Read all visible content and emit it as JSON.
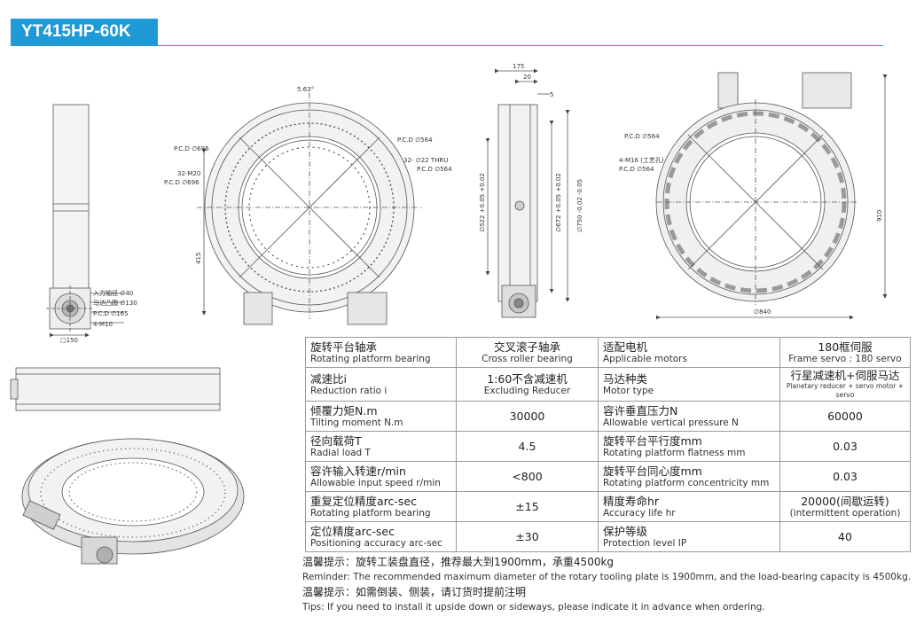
{
  "title": "YT415HP-60K",
  "drawing_labels": {
    "left_side_view": {
      "dim_415": "415",
      "input_shaft": "入力轴径 ∅40",
      "motor_boss": "马达凸圆 ∅130",
      "pcd_165": "P.C.D ∅165",
      "m10": "4-M10",
      "square_150": "□150"
    },
    "front_view": {
      "angle": "5.63°",
      "pcd_696_top": "P.C.D ∅696",
      "holes_32_m20": "32-M20",
      "pcd_696": "P.C.D ∅696",
      "pcd_564_top": "P.C.D ∅564",
      "thru_holes": "32- ∅22 THRU",
      "pcd_564": "P.C.D ∅564"
    },
    "section_view": {
      "dim_175": "175",
      "dim_20": "20",
      "dim_5": "5",
      "dia_522": "∅522 +0.05 +0.02",
      "dia_672": "∅672 +0.05 +0.02",
      "dia_750": "∅750 -0.02 -0.05"
    },
    "rear_view": {
      "pcd_564_top": "P.C.D ∅564",
      "m16": "4-M16 (工艺孔)",
      "pcd_564": "P.C.D ∅564",
      "dim_910": "910",
      "dim_840": "∅840"
    }
  },
  "spec_table": [
    [
      {
        "zh": "旋转平台轴承",
        "en": "Rotating platform bearing"
      },
      {
        "zh": "交叉滚子轴承",
        "en": "Cross roller bearing"
      },
      {
        "zh": "适配电机",
        "en": "Applicable motors"
      },
      {
        "zh": "180框伺服",
        "en": "Frame servo : 180 servo"
      }
    ],
    [
      {
        "zh": "减速比i",
        "en": "Reduction ratio i"
      },
      {
        "zh": "1:60不含减速机",
        "en": "Excluding Reducer"
      },
      {
        "zh": "马达种类",
        "en": "Motor type"
      },
      {
        "zh": "行星减速机+伺服马达",
        "en": "Planetary reducer + servo motor + servo"
      }
    ],
    [
      {
        "zh": "倾覆力矩N.m",
        "en": "Tilting moment N.m"
      },
      {
        "val": "30000"
      },
      {
        "zh": "容许垂直压力N",
        "en": "Allowable vertical pressure N"
      },
      {
        "val": "60000"
      }
    ],
    [
      {
        "zh": "径向载荷T",
        "en": "Radial load T"
      },
      {
        "val": "4.5"
      },
      {
        "zh": "旋转平台平行度mm",
        "en": "Rotating platform flatness mm"
      },
      {
        "val": "0.03"
      }
    ],
    [
      {
        "zh": "容许输入转速r/min",
        "en": "Allowable input speed r/min"
      },
      {
        "val": "<800"
      },
      {
        "zh": "旋转平台同心度mm",
        "en": "Rotating platform concentricity mm"
      },
      {
        "val": "0.03"
      }
    ],
    [
      {
        "zh": "重复定位精度arc-sec",
        "en": "Rotating platform bearing"
      },
      {
        "val": "±15"
      },
      {
        "zh": "精度寿命hr",
        "en": "Accuracy life hr"
      },
      {
        "zh": "20000(间歇运转)",
        "en": "(intermittent operation)"
      }
    ],
    [
      {
        "zh": "定位精度arc-sec",
        "en": "Positioning accuracy arc-sec"
      },
      {
        "val": "±30"
      },
      {
        "zh": "保护等级",
        "en": "Protection level IP"
      },
      {
        "val": "40"
      }
    ]
  ],
  "notes": [
    {
      "text": "温馨提示：旋转工装盘直径，推荐最大到1900mm，承重4500kg",
      "lang": "zh"
    },
    {
      "text": "Reminder: The recommended maximum diameter of the rotary tooling plate is 1900mm, and the load-bearing capacity is 4500kg.",
      "lang": "en"
    },
    {
      "text": "温馨提示：如需倒装、侧装，请订货时提前注明",
      "lang": "zh"
    },
    {
      "text": "Tips: If you need to install it upside down or sideways, please indicate it in advance when ordering.",
      "lang": "en"
    }
  ],
  "colors": {
    "accent": "#1e9ad6",
    "line": "#555555",
    "table_border": "#9a9a9a"
  }
}
